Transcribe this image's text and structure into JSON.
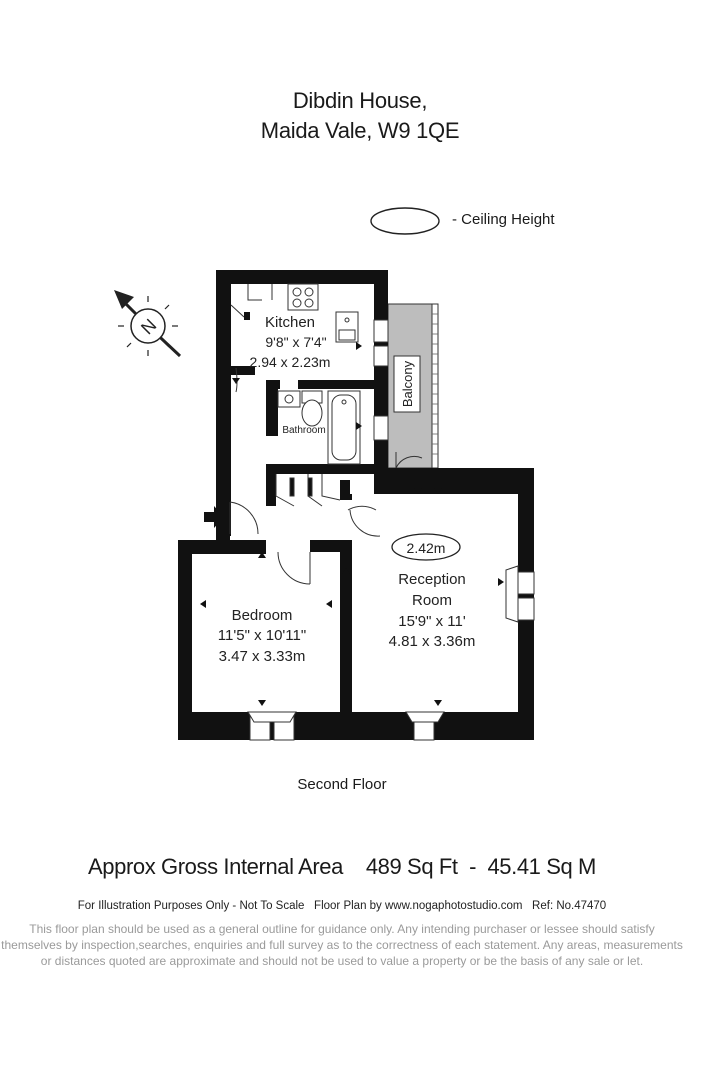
{
  "address": {
    "line1": "Dibdin House,",
    "line2": "Maida Vale, W9 1QE"
  },
  "legend": {
    "ceiling_height_label": "- Ceiling Height"
  },
  "compass": {
    "letter": "N"
  },
  "rooms": {
    "kitchen": {
      "name": "Kitchen",
      "imperial": "9'8\" x 7'4\"",
      "metric": "2.94 x 2.23m"
    },
    "bathroom": {
      "name": "Bathroom"
    },
    "balcony": {
      "name": "Balcony"
    },
    "reception": {
      "name_line1": "Reception",
      "name_line2": "Room",
      "imperial": "15'9\" x 11'",
      "metric": "4.81 x 3.36m",
      "ceiling": "2.42m"
    },
    "bedroom": {
      "name": "Bedroom",
      "imperial": "11'5\" x 10'11\"",
      "metric": "3.47 x 3.33m"
    }
  },
  "floor_label": "Second Floor",
  "area": {
    "label": "Approx Gross Internal Area",
    "sqft": "489 Sq Ft",
    "separator": "-",
    "sqm": "45.41 Sq M"
  },
  "footer": {
    "illustration": "For Illustration Purposes Only - Not To Scale",
    "floorplan_by": "Floor Plan by www.nogaphotostudio.com",
    "ref": "Ref: No.47470",
    "disclaimer": "This floor plan should be used as a general outline for guidance only. Any intending purchaser or lessee should satisfy themselves by inspection,searches, enquiries and full survey as to the correctness of each statement. Any areas, measurements or distances quoted are approximate and should not be used to value a property or be the basis of any sale or let."
  }
}
